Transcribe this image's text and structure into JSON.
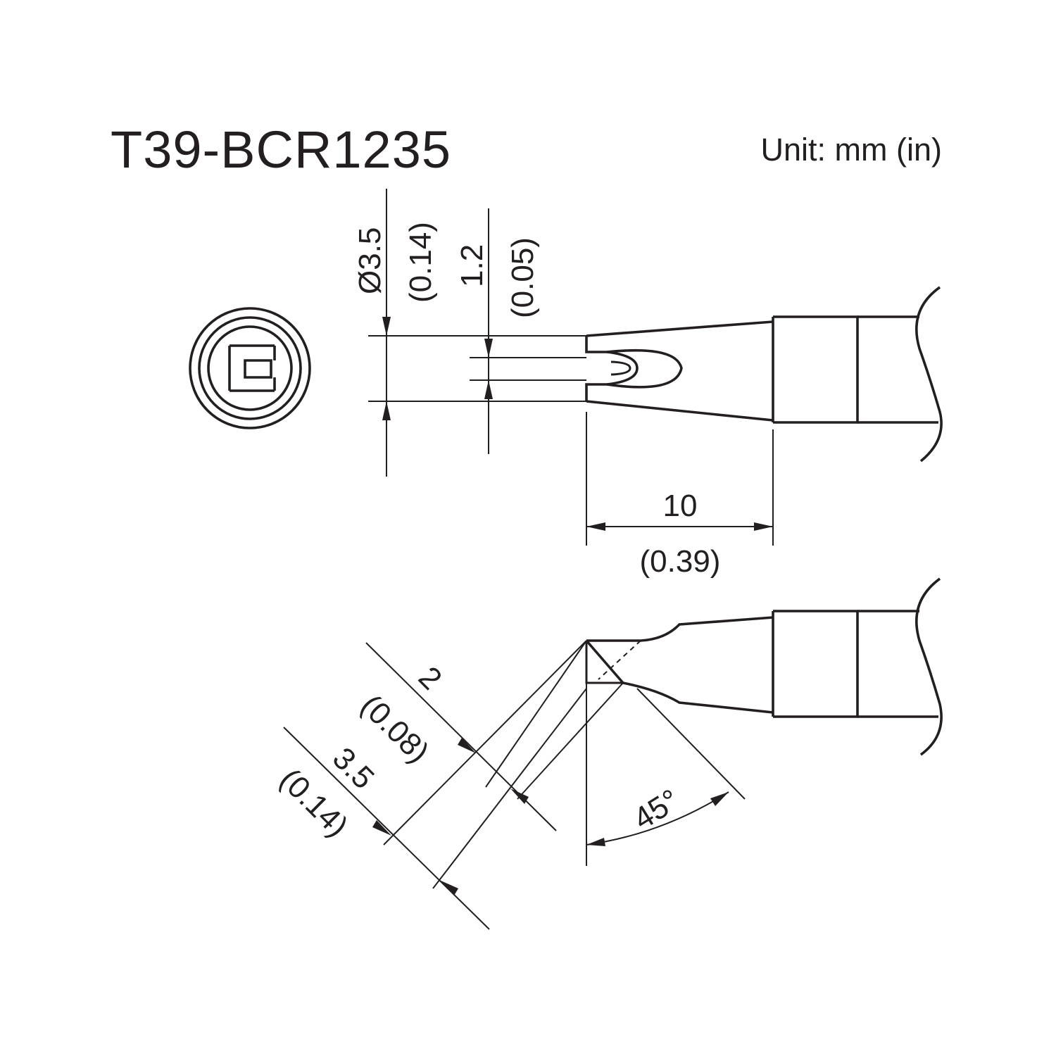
{
  "title": "T39-BCR1235",
  "unit_label": "Unit: mm (in)",
  "dimensions": {
    "diameter_mm": "Ø3.5",
    "diameter_in": "(0.14)",
    "slot_mm": "1.2",
    "slot_in": "(0.05)",
    "length_mm": "10",
    "length_in": "(0.39)",
    "bevel_mm": "2",
    "bevel_in": "(0.08)",
    "width_mm": "3.5",
    "width_in": "(0.14)",
    "angle": "45°"
  },
  "colors": {
    "line": "#231f20",
    "background": "#ffffff"
  }
}
